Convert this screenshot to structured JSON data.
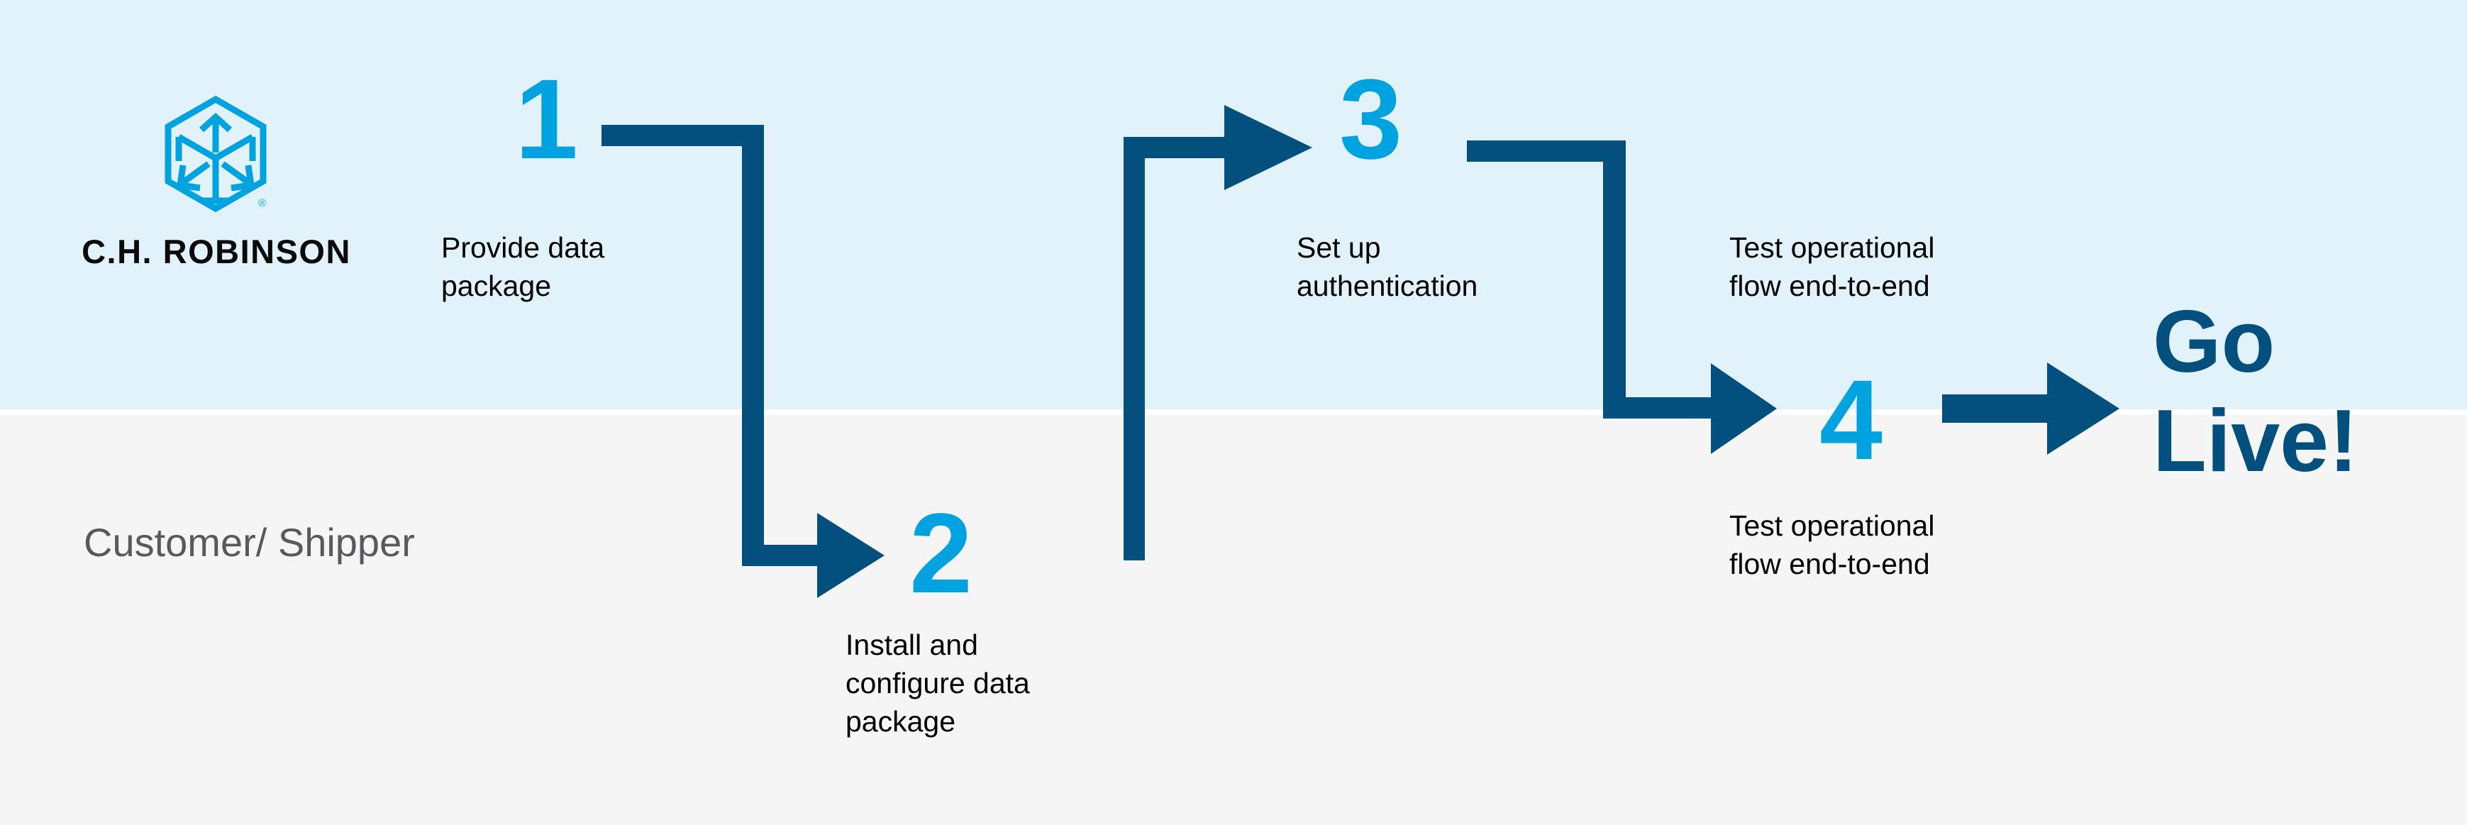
{
  "brand": {
    "name": "C.H. ROBINSON",
    "logo_icon": "hexagon-cube-arrows-icon",
    "logo_color": "#00a3e0",
    "registered_mark": "®"
  },
  "bands": {
    "top_color": "#e1f2fb",
    "bottom_color": "#f5f5f5",
    "divider_color": "#ffffff"
  },
  "lanes": [
    {
      "label": "Customer/\nShipper",
      "color": "#58595b"
    }
  ],
  "colors": {
    "number_blue": "#00a3e0",
    "connector_navy": "#034f7d",
    "caption_black": "#000000",
    "go_live_navy": "#034f7d"
  },
  "steps": [
    {
      "number": "1",
      "caption": "Provide data\npackage"
    },
    {
      "number": "2",
      "caption": "Install and\nconfigure data\npackage"
    },
    {
      "number": "3",
      "caption": "Set up\nauthentication"
    },
    {
      "number": "4",
      "caption": "Test operational\nflow end-to-end"
    }
  ],
  "extra_captions": [
    {
      "id": "after-step-3",
      "caption": "Test operational\nflow end-to-end"
    }
  ],
  "outcome": {
    "label": "Go\nLive!"
  },
  "connectors": [
    {
      "from": "1",
      "to": "2",
      "shape": "right-down-right-arrow"
    },
    {
      "from": "2",
      "to": "3",
      "shape": "right-up-right-arrow"
    },
    {
      "from": "3",
      "to": "4",
      "shape": "right-down-right-arrow"
    },
    {
      "from": "4",
      "to": "go-live",
      "shape": "right-arrow"
    }
  ]
}
